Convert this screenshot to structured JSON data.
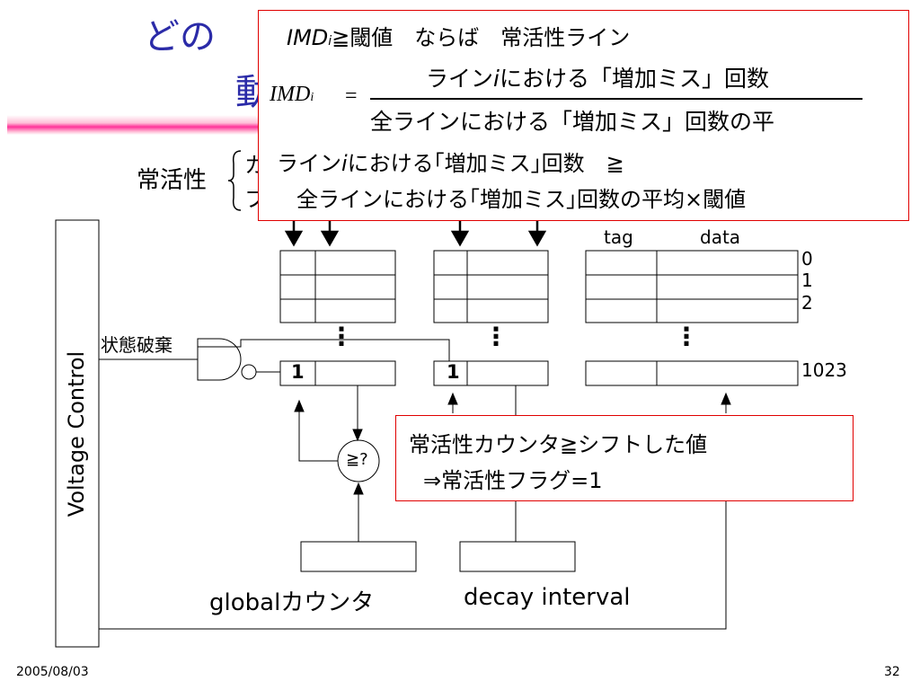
{
  "slide": {
    "title_line1": "どの",
    "title_line2": "動",
    "left_label": "常活性",
    "left_item1": "カ",
    "left_item2": "フ",
    "footer_date": "2005/08/03",
    "page_number": "32"
  },
  "popup_top": {
    "headline_imd": "IMD",
    "headline_sub": "i",
    "headline_rest": "≧閾値　ならば　常活性ライン",
    "formula_lhs": "IMD",
    "formula_lhs_sub": "i",
    "formula_eq": "=",
    "formula_num_a": "ライン",
    "formula_num_i": "i",
    "formula_num_b": "における「増加ミス」回数",
    "formula_den": "全ラインにおける「増加ミス」回数の平",
    "cond_line1_a": "ライン",
    "cond_line1_i": "i",
    "cond_line1_b": "における｢増加ミス｣回数　≧",
    "cond_line2": "全ラインにおける｢増加ミス｣回数の平均×閾値"
  },
  "diagram": {
    "tag_label": "tag",
    "data_label": "data",
    "row_indices": [
      "0",
      "1",
      "2",
      "1023"
    ],
    "ellipsis": "⋮",
    "flag_value_1": "1",
    "flag_value_2": "1",
    "state_destroy": "状態破棄",
    "voltage_control": "Voltage Control",
    "comparator": "≧?",
    "global_counter": "globalカウンタ",
    "decay_interval": "decay interval"
  },
  "popup_bottom": {
    "line1": "常活性カウンタ≧シフトした値",
    "line2": "⇒常活性フラグ=1"
  },
  "colors": {
    "title": "#2b2ba8",
    "accent_red": "#e00000",
    "underline_pink": "#ff3399"
  }
}
